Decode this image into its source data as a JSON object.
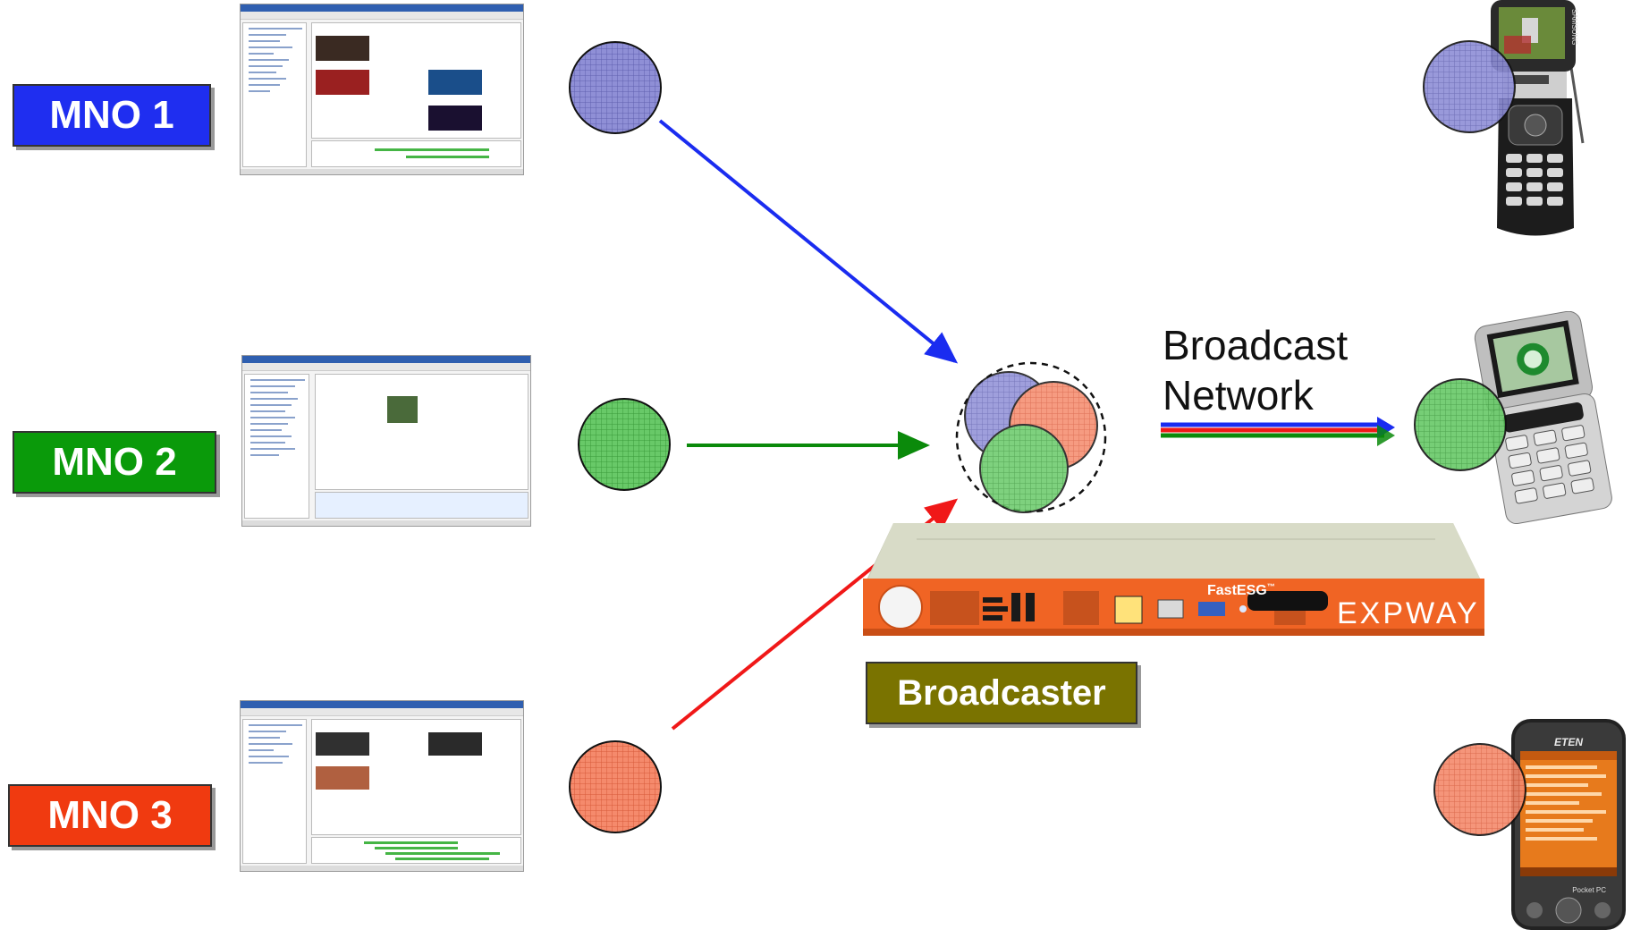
{
  "mnos": [
    {
      "label": "MNO 1",
      "color": "#1f2ef0"
    },
    {
      "label": "MNO 2",
      "color": "#0a9a0a"
    },
    {
      "label": "MNO 3",
      "color": "#f03a10"
    }
  ],
  "broadcast": {
    "line1": "Broadcast",
    "line2": "Network"
  },
  "broadcaster": {
    "label": "Broadcaster"
  },
  "server": {
    "brand": "EXPWAY",
    "product_prefix": "Fast",
    "product_suffix": "ESG",
    "tm": "™"
  },
  "phone3": {
    "brand": "ETEN",
    "footer": "Pocket PC"
  },
  "phone1": {
    "brand": "SAMSUNG"
  },
  "colors": {
    "blue_fill": "#8f8fd6",
    "green_fill": "#68c968",
    "red_fill": "#f58a6c",
    "arrow_blue": "#1a2cf0",
    "arrow_green": "#0b8a0b",
    "arrow_red": "#f01818"
  }
}
